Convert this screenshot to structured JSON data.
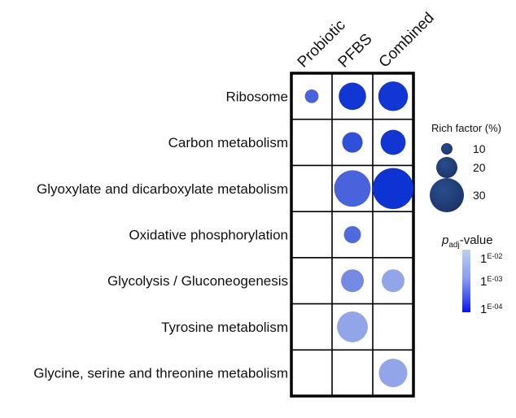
{
  "chart_data": {
    "type": "scatter",
    "subtype": "bubble-matrix",
    "title": "",
    "columns": [
      "Probiotic",
      "PFBS",
      "Combined"
    ],
    "rows": [
      "Ribosome",
      "Carbon metabolism",
      "Glyoxylate and dicarboxylate metabolism",
      "Oxidative phosphorylation",
      "Glycolysis / Gluconeogenesis",
      "Tyrosine metabolism",
      "Glycine, serine and threonine metabolism"
    ],
    "points": [
      {
        "row": "Ribosome",
        "col": "Probiotic",
        "rich_factor": 12,
        "padj_log10": -3.2
      },
      {
        "row": "Ribosome",
        "col": "PFBS",
        "rich_factor": 24,
        "padj_log10": -3.9
      },
      {
        "row": "Ribosome",
        "col": "Combined",
        "rich_factor": 26,
        "padj_log10": -3.9
      },
      {
        "row": "Carbon metabolism",
        "col": "PFBS",
        "rich_factor": 18,
        "padj_log10": -3.5
      },
      {
        "row": "Carbon metabolism",
        "col": "Combined",
        "rich_factor": 22,
        "padj_log10": -3.9
      },
      {
        "row": "Glyoxylate and dicarboxylate metabolism",
        "col": "PFBS",
        "rich_factor": 32,
        "padj_log10": -3.2
      },
      {
        "row": "Glyoxylate and dicarboxylate metabolism",
        "col": "Combined",
        "rich_factor": 36,
        "padj_log10": -3.95
      },
      {
        "row": "Oxidative phosphorylation",
        "col": "PFBS",
        "rich_factor": 15,
        "padj_log10": -3.1
      },
      {
        "row": "Glycolysis / Gluconeogenesis",
        "col": "PFBS",
        "rich_factor": 20,
        "padj_log10": -2.7
      },
      {
        "row": "Glycolysis / Gluconeogenesis",
        "col": "Combined",
        "rich_factor": 20,
        "padj_log10": -2.4
      },
      {
        "row": "Tyrosine metabolism",
        "col": "PFBS",
        "rich_factor": 27,
        "padj_log10": -2.4
      },
      {
        "row": "Glycine, serine and threonine metabolism",
        "col": "Combined",
        "rich_factor": 25,
        "padj_log10": -2.4
      }
    ],
    "size_legend": {
      "title": "Rich factor (%)",
      "values": [
        10,
        20,
        30
      ],
      "labels": [
        "10",
        "20",
        "30"
      ],
      "color": "#1f3f7a"
    },
    "color_legend": {
      "title_main": "p",
      "title_sub": "adj",
      "title_suffix": "-value",
      "ticks": [
        {
          "base": "1",
          "exp": "E-02",
          "log10": -2
        },
        {
          "base": "1",
          "exp": "E-03",
          "log10": -3
        },
        {
          "base": "1",
          "exp": "E-04",
          "log10": -4
        }
      ],
      "range_log10": [
        -2,
        -4
      ],
      "color_low_significance": "#b8cdea",
      "color_high_significance": "#0a14f0"
    },
    "legend_position": "right",
    "grid": true
  }
}
